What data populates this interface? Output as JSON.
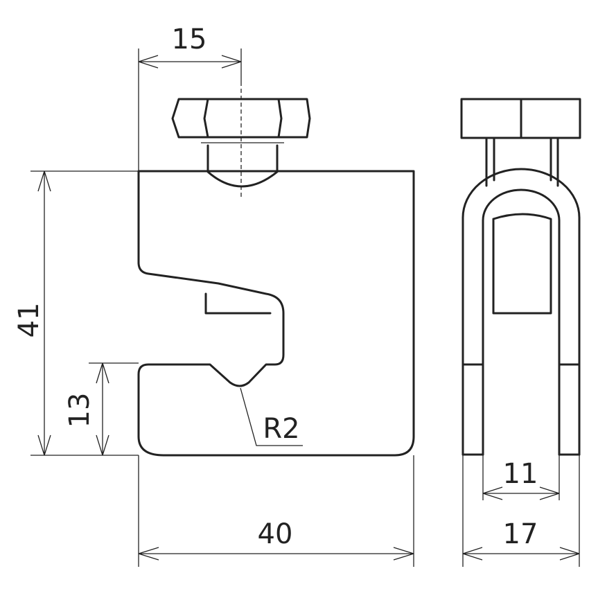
{
  "dimensions": {
    "bolt_offset": "15",
    "body_height": "41",
    "jaw_height": "13",
    "radius": "R2",
    "body_width": "40",
    "inner_width": "11",
    "outer_width": "17"
  },
  "colors": {
    "line": "#222222",
    "background": "#ffffff"
  }
}
